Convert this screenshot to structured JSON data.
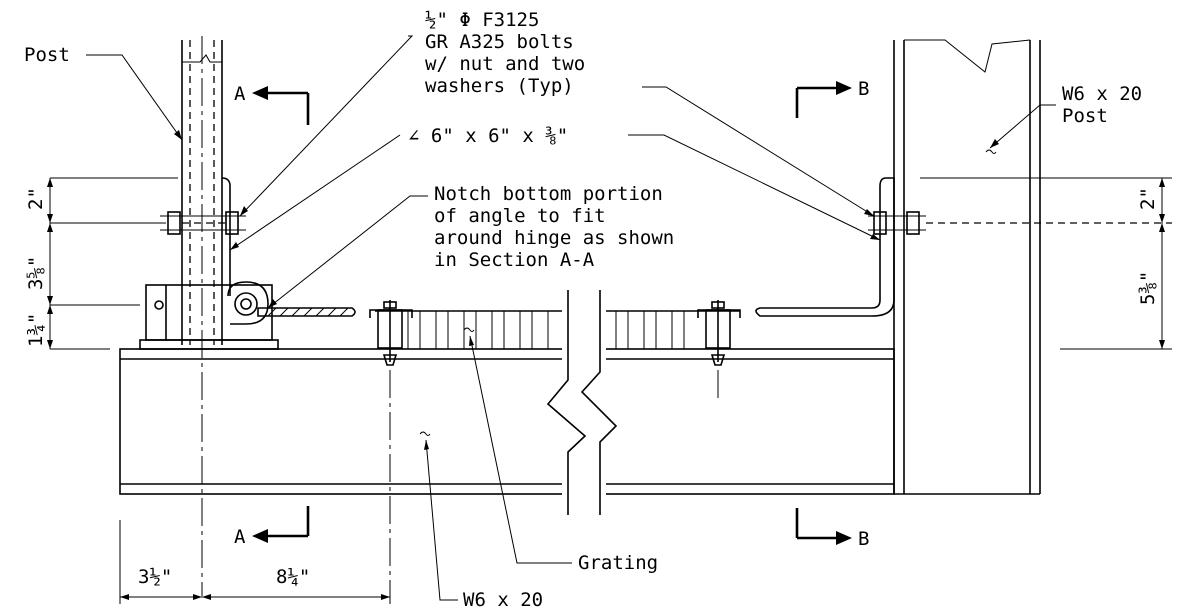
{
  "drawing": {
    "labels": {
      "post": "Post",
      "bolts_line1": "½\" Φ F3125",
      "bolts_line2": "GR A325 bolts",
      "bolts_line3": "w/ nut and two",
      "bolts_line4": "washers (Typ)",
      "angle": "∠ 6\" x 6\" x ⅜\"",
      "notch_line1": "Notch bottom portion",
      "notch_line2": "of angle to fit",
      "notch_line3": "around hinge as shown",
      "notch_line4": "in Section A-A",
      "w6_post_line1": "W6 x 20",
      "w6_post_line2": "Post",
      "grating": "Grating",
      "w6_beam": "W6 x 20",
      "section_a_top": "A",
      "section_a_bottom": "A",
      "section_b_top": "B",
      "section_b_bottom": "B"
    },
    "dimensions": {
      "left_2": "2\"",
      "left_3_5_8": "3⅝\"",
      "left_1_3_4": "1¾\"",
      "right_2": "2\"",
      "right_5_3_8": "5⅜\"",
      "bottom_3_1_2": "3½\"",
      "bottom_8_1_4": "8¼\""
    }
  }
}
